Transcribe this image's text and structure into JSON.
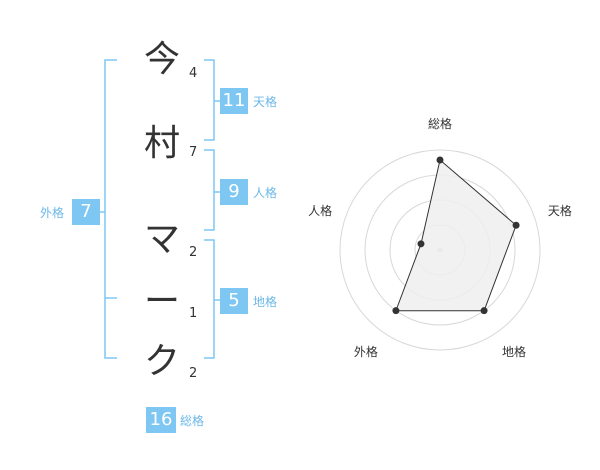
{
  "name_chars": [
    {
      "char": "今",
      "strokes": "4"
    },
    {
      "char": "村",
      "strokes": "7"
    },
    {
      "char": "マ",
      "strokes": "2"
    },
    {
      "char": "ー",
      "strokes": "1"
    },
    {
      "char": "ク",
      "strokes": "2"
    }
  ],
  "kaku": {
    "tenkaku": {
      "value": "11",
      "label": "天格"
    },
    "jinkaku": {
      "value": "9",
      "label": "人格"
    },
    "chikaku": {
      "value": "5",
      "label": "地格"
    },
    "gaikaku": {
      "value": "7",
      "label": "外格"
    },
    "soukaku": {
      "value": "16",
      "label": "総格"
    }
  },
  "colors": {
    "accent": "#7fc7f3",
    "text": "#333333",
    "label": "#6bb8e8"
  },
  "chart_data": {
    "type": "radar",
    "axes": [
      "総格",
      "天格",
      "地格",
      "外格",
      "人格"
    ],
    "values": [
      0.9,
      0.8,
      0.75,
      0.75,
      0.2
    ],
    "rings": 4
  }
}
